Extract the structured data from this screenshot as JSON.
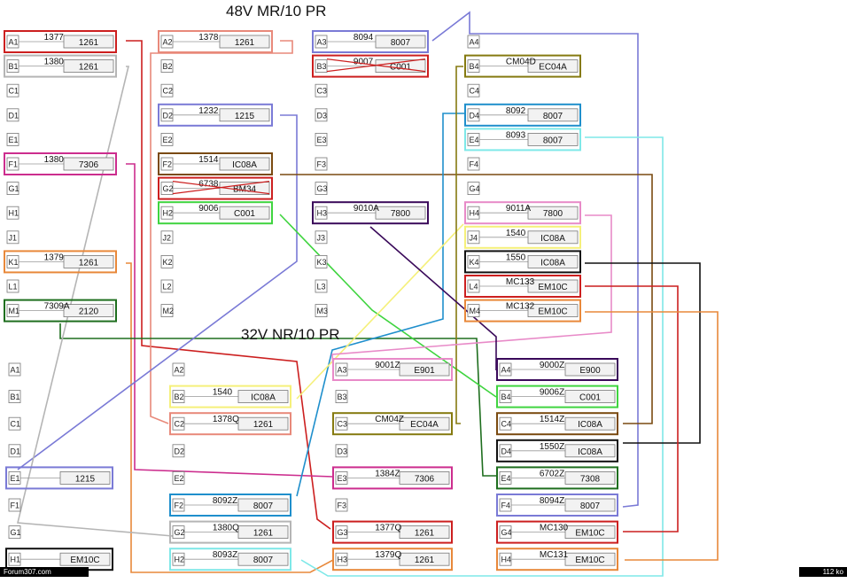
{
  "titles": {
    "top": "48V MR/10 PR",
    "bottom": "32V NR/10 PR"
  },
  "footer": {
    "left": "Forum307.com",
    "right": "112 ko"
  },
  "colors": {
    "red": "#cc1f1f",
    "salmon": "#e8897a",
    "gray": "#b5b5b5",
    "magenta": "#cc2d8e",
    "orange": "#e8883a",
    "green": "#1e6e1e",
    "periwinkle": "#7a7ad6",
    "brown": "#7a4a10",
    "limegreen": "#3fd43f",
    "blue": "#1f8fcc",
    "cyan": "#7ee8e8",
    "yellow": "#f5f07a",
    "olive": "#857a10",
    "pink": "#e88ac8",
    "purple": "#3a0a5a",
    "black": "#111111"
  },
  "upper": {
    "col1": [
      {
        "slot": "A1",
        "code": "1377",
        "value": "1261"
      },
      {
        "slot": "B1",
        "code": "1380",
        "value": "1261"
      },
      {
        "slot": "C1"
      },
      {
        "slot": "D1"
      },
      {
        "slot": "E1"
      },
      {
        "slot": "F1",
        "code": "1380",
        "value": "7306"
      },
      {
        "slot": "G1"
      },
      {
        "slot": "H1"
      },
      {
        "slot": "J1"
      },
      {
        "slot": "K1",
        "code": "1379",
        "value": "1261"
      },
      {
        "slot": "L1"
      },
      {
        "slot": "M1",
        "code": "7309A",
        "value": "2120"
      }
    ],
    "col2": [
      {
        "slot": "A2",
        "code": "1378",
        "value": "1261"
      },
      {
        "slot": "B2"
      },
      {
        "slot": "C2"
      },
      {
        "slot": "D2",
        "code": "1232",
        "value": "1215"
      },
      {
        "slot": "E2"
      },
      {
        "slot": "F2",
        "code": "1514",
        "value": "IC08A"
      },
      {
        "slot": "G2",
        "code": "6738",
        "value": "BM34"
      },
      {
        "slot": "H2",
        "code": "9006",
        "value": "C001"
      },
      {
        "slot": "J2"
      },
      {
        "slot": "K2"
      },
      {
        "slot": "L2"
      },
      {
        "slot": "M2"
      }
    ],
    "col3": [
      {
        "slot": "A3",
        "code": "8094",
        "value": "8007"
      },
      {
        "slot": "B3",
        "code": "9007",
        "value": "C001"
      },
      {
        "slot": "C3"
      },
      {
        "slot": "D3"
      },
      {
        "slot": "E3"
      },
      {
        "slot": "F3"
      },
      {
        "slot": "G3"
      },
      {
        "slot": "H3",
        "code": "9010A",
        "value": "7800"
      },
      {
        "slot": "J3"
      },
      {
        "slot": "K3"
      },
      {
        "slot": "L3"
      },
      {
        "slot": "M3"
      }
    ],
    "col4": [
      {
        "slot": "A4"
      },
      {
        "slot": "B4",
        "code": "CM04D",
        "value": "EC04A"
      },
      {
        "slot": "C4"
      },
      {
        "slot": "D4",
        "code": "8092",
        "value": "8007"
      },
      {
        "slot": "E4",
        "code": "8093",
        "value": "8007"
      },
      {
        "slot": "F4"
      },
      {
        "slot": "G4"
      },
      {
        "slot": "H4",
        "code": "9011A",
        "value": "7800"
      },
      {
        "slot": "J4",
        "code": "1540",
        "value": "IC08A"
      },
      {
        "slot": "K4",
        "code": "1550",
        "value": "IC08A"
      },
      {
        "slot": "L4",
        "code": "MC133",
        "value": "EM10C"
      },
      {
        "slot": "M4",
        "code": "MC132",
        "value": "EM10C"
      }
    ]
  },
  "lower": {
    "col1": [
      {
        "slot": "A1"
      },
      {
        "slot": "B1"
      },
      {
        "slot": "C1"
      },
      {
        "slot": "D1"
      },
      {
        "slot": "E1",
        "value": "1215"
      },
      {
        "slot": "F1"
      },
      {
        "slot": "G1"
      },
      {
        "slot": "H1",
        "value": "EM10C"
      }
    ],
    "col2": [
      {
        "slot": "A2"
      },
      {
        "slot": "B2",
        "code": "1540",
        "value": "IC08A"
      },
      {
        "slot": "C2",
        "code": "1378Q",
        "value": "1261"
      },
      {
        "slot": "D2"
      },
      {
        "slot": "E2"
      },
      {
        "slot": "F2",
        "code": "8092Z",
        "value": "8007"
      },
      {
        "slot": "G2",
        "code": "1380Q",
        "value": "1261"
      },
      {
        "slot": "H2",
        "code": "8093Z",
        "value": "8007"
      }
    ],
    "col3": [
      {
        "slot": "A3",
        "code": "9001Z",
        "value": "E901"
      },
      {
        "slot": "B3"
      },
      {
        "slot": "C3",
        "code": "CM04Z",
        "value": "EC04A"
      },
      {
        "slot": "D3"
      },
      {
        "slot": "E3",
        "code": "1384Z",
        "value": "7306"
      },
      {
        "slot": "F3"
      },
      {
        "slot": "G3",
        "code": "1377Q",
        "value": "1261"
      },
      {
        "slot": "H3",
        "code": "1379Q",
        "value": "1261"
      }
    ],
    "col4": [
      {
        "slot": "A4",
        "code": "9000Z",
        "value": "E900"
      },
      {
        "slot": "B4",
        "code": "9006Z",
        "value": "C001"
      },
      {
        "slot": "C4",
        "code": "1514Z",
        "value": "IC08A"
      },
      {
        "slot": "D4",
        "code": "1550Z",
        "value": "IC08A"
      },
      {
        "slot": "E4",
        "code": "6702Z",
        "value": "7308"
      },
      {
        "slot": "F4",
        "code": "8094Z",
        "value": "8007"
      },
      {
        "slot": "G4",
        "code": "MC130",
        "value": "EM10C"
      },
      {
        "slot": "H4",
        "code": "MC131",
        "value": "EM10C"
      }
    ]
  }
}
